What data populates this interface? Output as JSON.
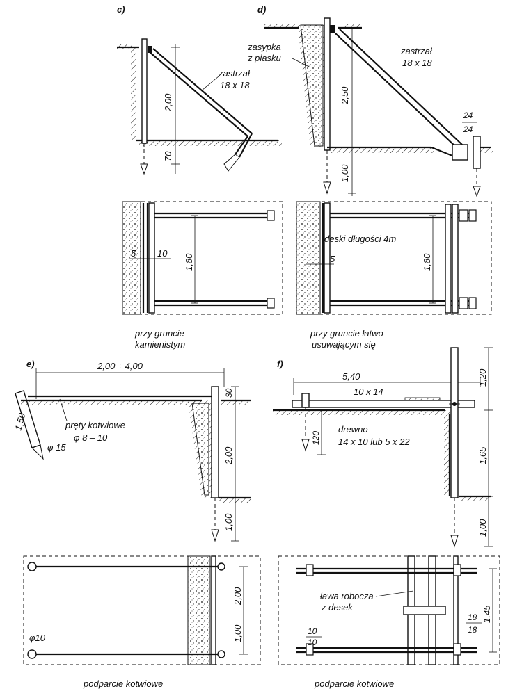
{
  "panels": {
    "c": "c)",
    "d": "d)",
    "e": "e)",
    "f": "f)"
  },
  "panel_c": {
    "strut": "zastrzał",
    "strut_size": "18 x 18",
    "dim_height": "2,00",
    "dim_embed": "70",
    "plan_dim_5": "5",
    "plan_dim_10": "10",
    "plan_dim_180": "1,80",
    "caption_line1": "przy gruncie",
    "caption_line2": "kamienistym"
  },
  "panel_d": {
    "fill_line1": "zasypka",
    "fill_line2": "z piasku",
    "strut": "zastrzał",
    "strut_size": "18 x 18",
    "block_top": "24",
    "block_bottom": "24",
    "dim_height": "2,50",
    "dim_embed": "1,00",
    "boards": "deski długości 4m",
    "plan_dim_5": "5",
    "plan_dim_180": "1,80",
    "caption_line1": "przy gruncie łatwo",
    "caption_line2": "usuwającym się"
  },
  "panel_e": {
    "dim_span": "2,00 ÷ 4,00",
    "dim_30": "30",
    "anchor_rods_line1": "pręty kotwiowe",
    "anchor_rods_line2": "φ 8 – 10",
    "dim_150": "1,50",
    "phi15": "φ 15",
    "dim_height": "2,00",
    "dim_embed": "1,00",
    "plan_phi10": "φ10",
    "plan_dim_200": "2,00",
    "plan_dim_100": "1,00",
    "caption": "podparcie kotwiowe"
  },
  "panel_f": {
    "dim_540": "5,40",
    "dim_120_top": "1,20",
    "beam_size": "10 x 14",
    "timber_line1": "drewno",
    "timber_line2": "14 x 10 lub 5 x 22",
    "dim_120_left": "120",
    "dim_165": "1,65",
    "dim_embed": "1,00",
    "bench_line1": "ława robocza",
    "bench_line2": "z desek",
    "post_top": "10",
    "post_bottom": "10",
    "post2_top": "18",
    "post2_bottom": "18",
    "plan_dim_145": "1,45",
    "caption": "podparcie kotwiowe"
  }
}
